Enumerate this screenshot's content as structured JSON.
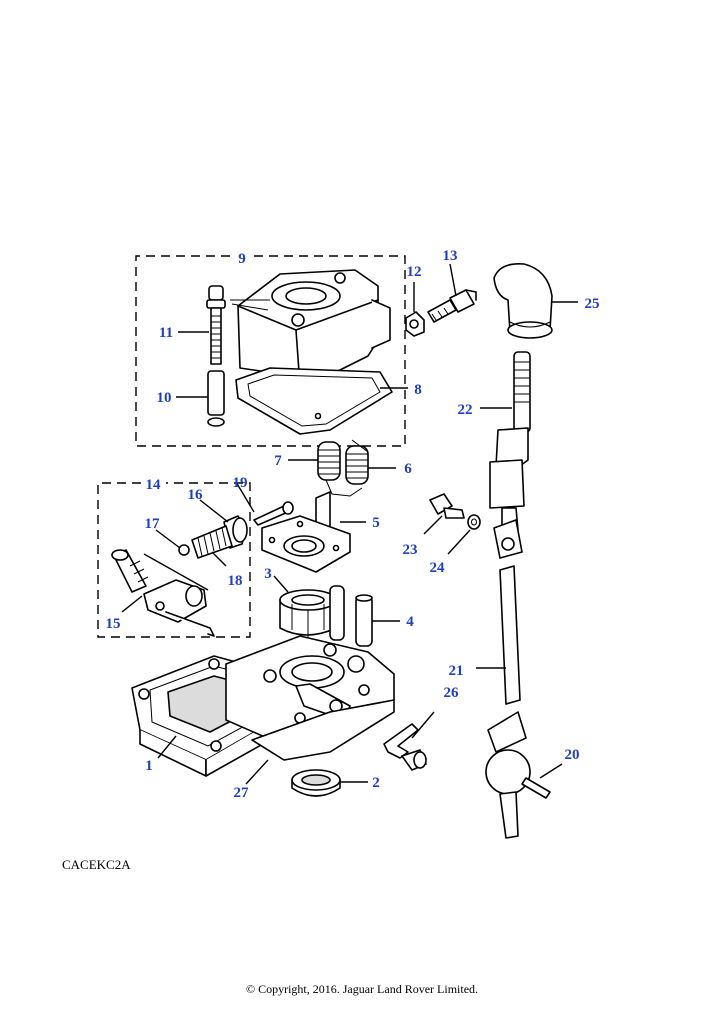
{
  "diagram": {
    "reference_code": "CACEKC2A",
    "copyright": "© Copyright, 2016. Jaguar Land Rover Limited.",
    "callout_color": "#1f3fbf",
    "callouts": {
      "c1": "1",
      "c2": "2",
      "c3": "3",
      "c4": "4",
      "c5": "5",
      "c6": "6",
      "c7": "7",
      "c8": "8",
      "c9": "9",
      "c10": "10",
      "c11": "11",
      "c12": "12",
      "c13": "13",
      "c14": "14",
      "c15": "15",
      "c16": "16",
      "c17": "17",
      "c18": "18",
      "c19": "19",
      "c20": "20",
      "c21": "21",
      "c22": "22",
      "c23": "23",
      "c24": "24",
      "c25": "25",
      "c26": "26",
      "c27": "27"
    }
  }
}
